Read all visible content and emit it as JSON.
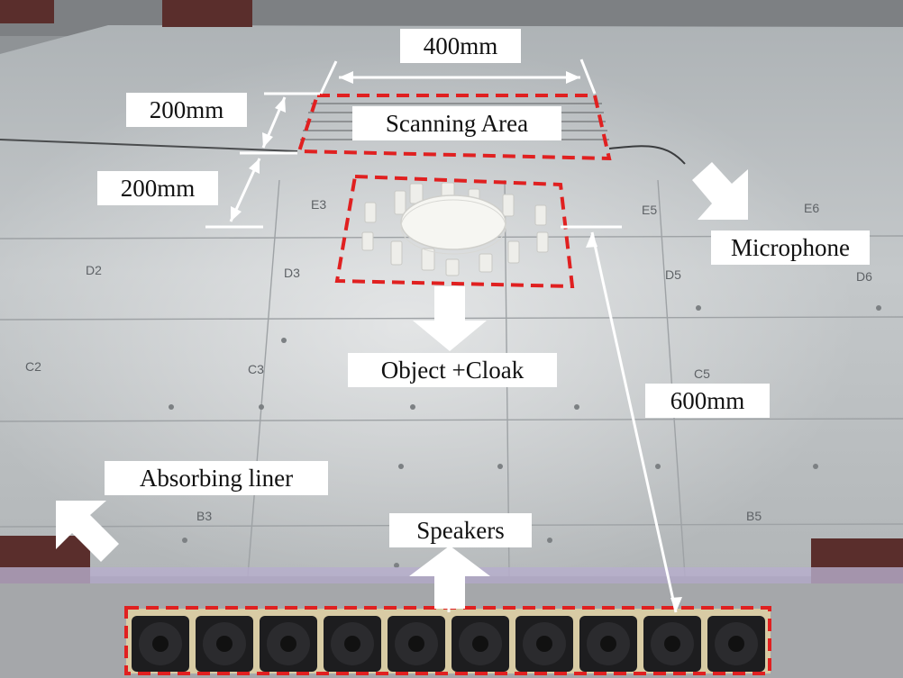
{
  "annotations": {
    "width_400": "400mm",
    "depth_200_top": "200mm",
    "depth_200_bottom": "200mm",
    "scanning_area": "Scanning Area",
    "microphone": "Microphone",
    "object_cloak": "Object +Cloak",
    "distance_600": "600mm",
    "absorbing_liner": "Absorbing liner",
    "speakers": "Speakers"
  },
  "panel_markings": [
    "E3",
    "E5",
    "E6",
    "D2",
    "D3",
    "D5",
    "D6",
    "C2",
    "C3",
    "C5",
    "B3",
    "B5"
  ],
  "speaker_count": 10,
  "colors": {
    "highlight_dashes": "#e02020",
    "arrows": "#ffffff",
    "label_background": "#ffffff",
    "plate": "#b9bdc0",
    "absorber": "#5a2e2c"
  }
}
